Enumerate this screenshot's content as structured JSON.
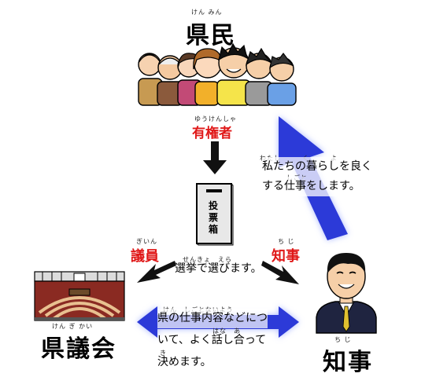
{
  "citizens": {
    "title": "県民",
    "reading": "けん みん"
  },
  "voters": {
    "label": "有権者",
    "reading": "ゆうけんしゃ"
  },
  "ballot_box": {
    "label": "投票箱"
  },
  "councilors": {
    "label": "議員",
    "reading": "ぎいん"
  },
  "governor_role": {
    "label": "知事",
    "reading": "ち じ"
  },
  "election_note": {
    "text": "選挙で選びます。",
    "reading": "せんきょ　えら"
  },
  "assembly": {
    "title": "県議会",
    "reading": "けん ぎ かい"
  },
  "governor": {
    "title": "知事",
    "reading": "ち じ"
  },
  "governor_message": {
    "lines": [
      "私たちの暮らしを良く",
      "する仕事をします。"
    ],
    "readings": [
      "わたし　　　く　　　よ",
      "しごと"
    ]
  },
  "discussion": {
    "lines": [
      "県の仕事内容などにつ",
      "いて、よく話し合って",
      "決めます。"
    ],
    "readings": [
      "けん　しごとないよう",
      "はな　あ",
      "き"
    ]
  },
  "colors": {
    "accent_red": "#e01818",
    "arrow_blue": "#2c3ad8",
    "arrow_glow": "#aab8ff"
  }
}
